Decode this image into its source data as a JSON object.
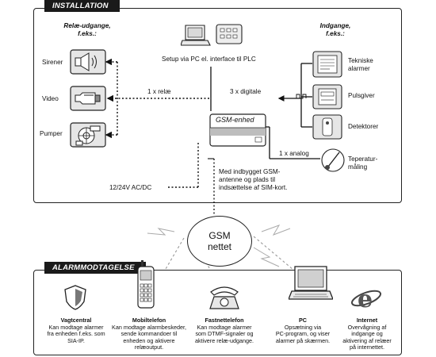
{
  "installation": {
    "tab": "INSTALLATION",
    "outputs_heading": [
      "Relæ-udgange,",
      "f.eks.:"
    ],
    "inputs_heading": [
      "Indgange,",
      "f.eks.:"
    ],
    "outputs": [
      "Sirener",
      "Video",
      "Pumper"
    ],
    "inputs": [
      [
        "Tekniske",
        "alarmer"
      ],
      [
        "Pulsgiver"
      ],
      [
        "Detektorer"
      ],
      [
        "Teperatur-",
        "måling"
      ]
    ],
    "setup_text": "Setup via PC el. interface til PLC",
    "relay_label": "1 x relæ",
    "digital_label": "3 x digitale",
    "analog_label": "1 x analog",
    "device_label": "GSM-enhed",
    "antenna_note": [
      "Med indbygget GSM-",
      "antenne og plads til",
      "indsættelse af SIM-kort."
    ],
    "power_label": "12/24V AC/DC"
  },
  "gsm": {
    "lines": [
      "GSM",
      "nettet"
    ]
  },
  "alarm": {
    "tab": "ALARMMODTAGELSE",
    "receivers": [
      {
        "title": "Vagtcentral",
        "desc": [
          "Kan modtage alarmer",
          "fra enheden f.eks. som",
          "SIA-IP."
        ],
        "icon": "shield-icon"
      },
      {
        "title": "Mobiltelefon",
        "desc": [
          "Kan modtage alarmbeskeder,",
          "sende kommandoer til",
          "enheden og aktivere",
          "relæoutput."
        ],
        "icon": "mobile-phone-icon"
      },
      {
        "title": "Fastnettelefon",
        "desc": [
          "Kan modtage alarmer",
          "som DTMF-signaler og",
          "aktivere relæ-udgange."
        ],
        "icon": "desk-phone-icon"
      },
      {
        "title": "PC",
        "desc": [
          "Opsætning via",
          "PC-program, og viser",
          "alarmer på skærmen."
        ],
        "icon": "laptop-icon"
      },
      {
        "title": "Internet",
        "desc": [
          "Overvågning af",
          "indgange og",
          "aktivering af relæer",
          "på internettet."
        ],
        "icon": "internet-explorer-icon"
      }
    ]
  }
}
